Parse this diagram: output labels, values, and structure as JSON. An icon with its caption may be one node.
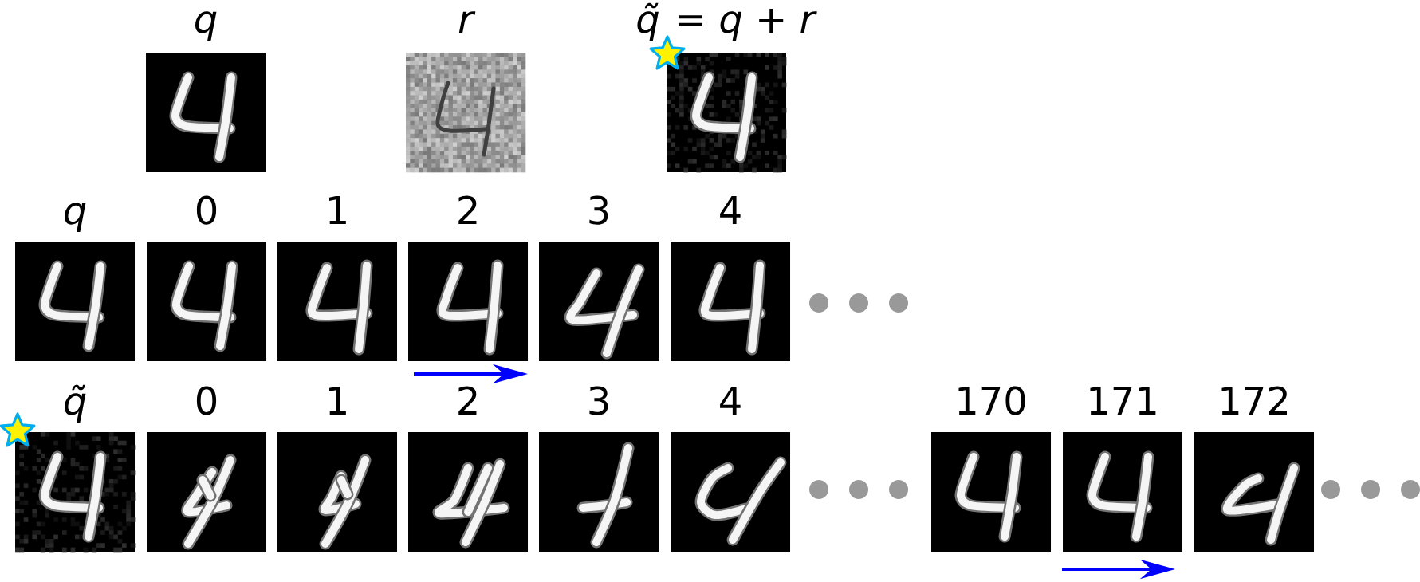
{
  "diagram": {
    "nodes": [
      {
        "text": [
          "q"
        ]
      },
      {
        "text": [
          "r"
        ]
      },
      {
        "text": [
          "*q̃* = *q* + *r*"
        ]
      },
      {
        "text": [
          "q"
        ]
      },
      {
        "text": [
          "0"
        ]
      },
      {
        "text": [
          "1"
        ]
      },
      {
        "text": [
          "2"
        ]
      },
      {
        "text": [
          "3"
        ]
      },
      {
        "text": [
          "4"
        ]
      },
      {
        "text": [
          "q̃"
        ]
      },
      {
        "text": [
          "0"
        ]
      },
      {
        "text": [
          "1"
        ]
      },
      {
        "text": [
          "2"
        ]
      },
      {
        "text": [
          "3"
        ]
      },
      {
        "text": [
          "4"
        ]
      },
      {
        "text": [
          "170"
        ]
      },
      {
        "text": [
          "171"
        ]
      },
      {
        "text": [
          "172"
        ]
      }
    ]
  }
}
